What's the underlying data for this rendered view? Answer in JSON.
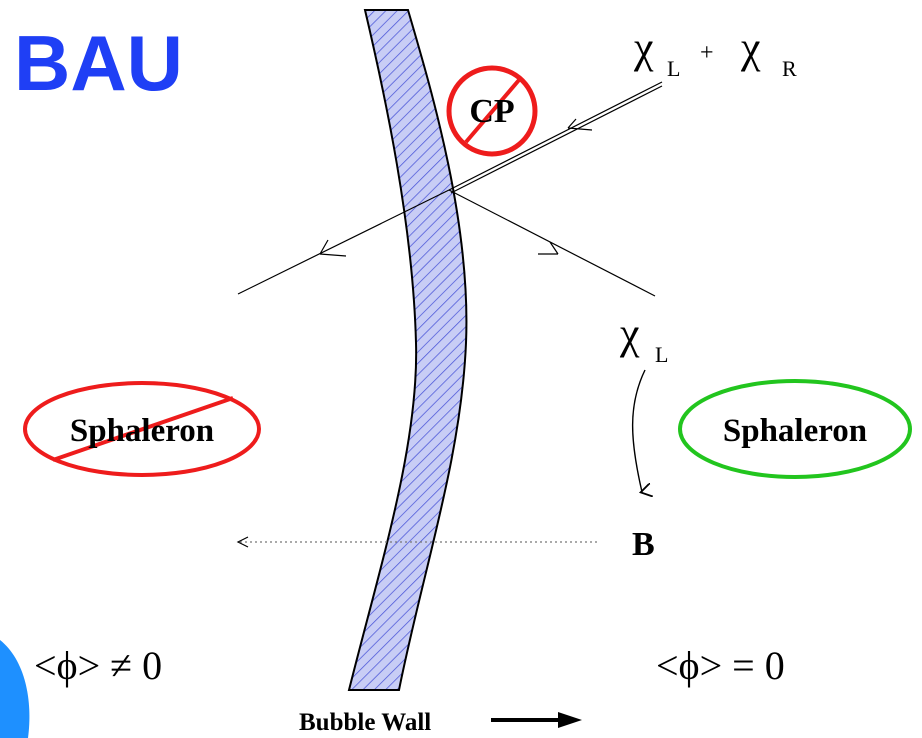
{
  "title": "BAU",
  "labels": {
    "chi_plus_lhs": "χ",
    "chi_plus_lhs_sub": "L",
    "plus": "+",
    "chi_plus_rhs": "χ",
    "chi_plus_rhs_sub": "R",
    "chi_l": "χ",
    "chi_l_sub": "L",
    "cp": "CP",
    "sphaleron_left": "Sphaleron",
    "sphaleron_right": "Sphaleron",
    "baryon": "B",
    "vev_broken": "<ϕ> ≠ 0",
    "vev_symmetric": "<ϕ> = 0",
    "bubble_wall": "Bubble Wall"
  },
  "colors": {
    "title": "#1f3ff5",
    "forbidden": "#ee1c1c",
    "allowed": "#22c51e",
    "wall_fill": "#c8cdf5",
    "wall_hatch": "#4a55d8",
    "ink": "#000000",
    "corner_blob": "#1e90ff"
  },
  "icons": {
    "cp_forbidden": "prohibited-circle-icon",
    "sphaleron_left": "prohibited-ellipse-icon",
    "sphaleron_right": "ellipse-icon",
    "wall_arrow": "right-arrow-icon"
  }
}
